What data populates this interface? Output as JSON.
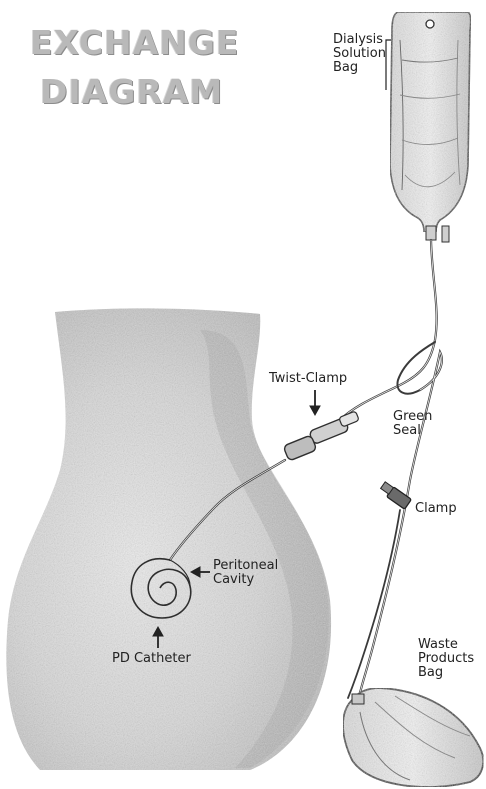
{
  "title": {
    "line1": "EXCHANGE",
    "line2": "DIAGRAM"
  },
  "labels": {
    "dialysis_bag": [
      "Dialysis",
      "Solution",
      "Bag"
    ],
    "twist_clamp": "Twist-Clamp",
    "green_seal": [
      "Green",
      "Seal"
    ],
    "clamp": "Clamp",
    "peritoneal_cavity": [
      "Peritoneal",
      "Cavity"
    ],
    "pd_catheter": "PD Catheter",
    "waste_bag": [
      "Waste",
      "Products",
      "Bag"
    ]
  }
}
